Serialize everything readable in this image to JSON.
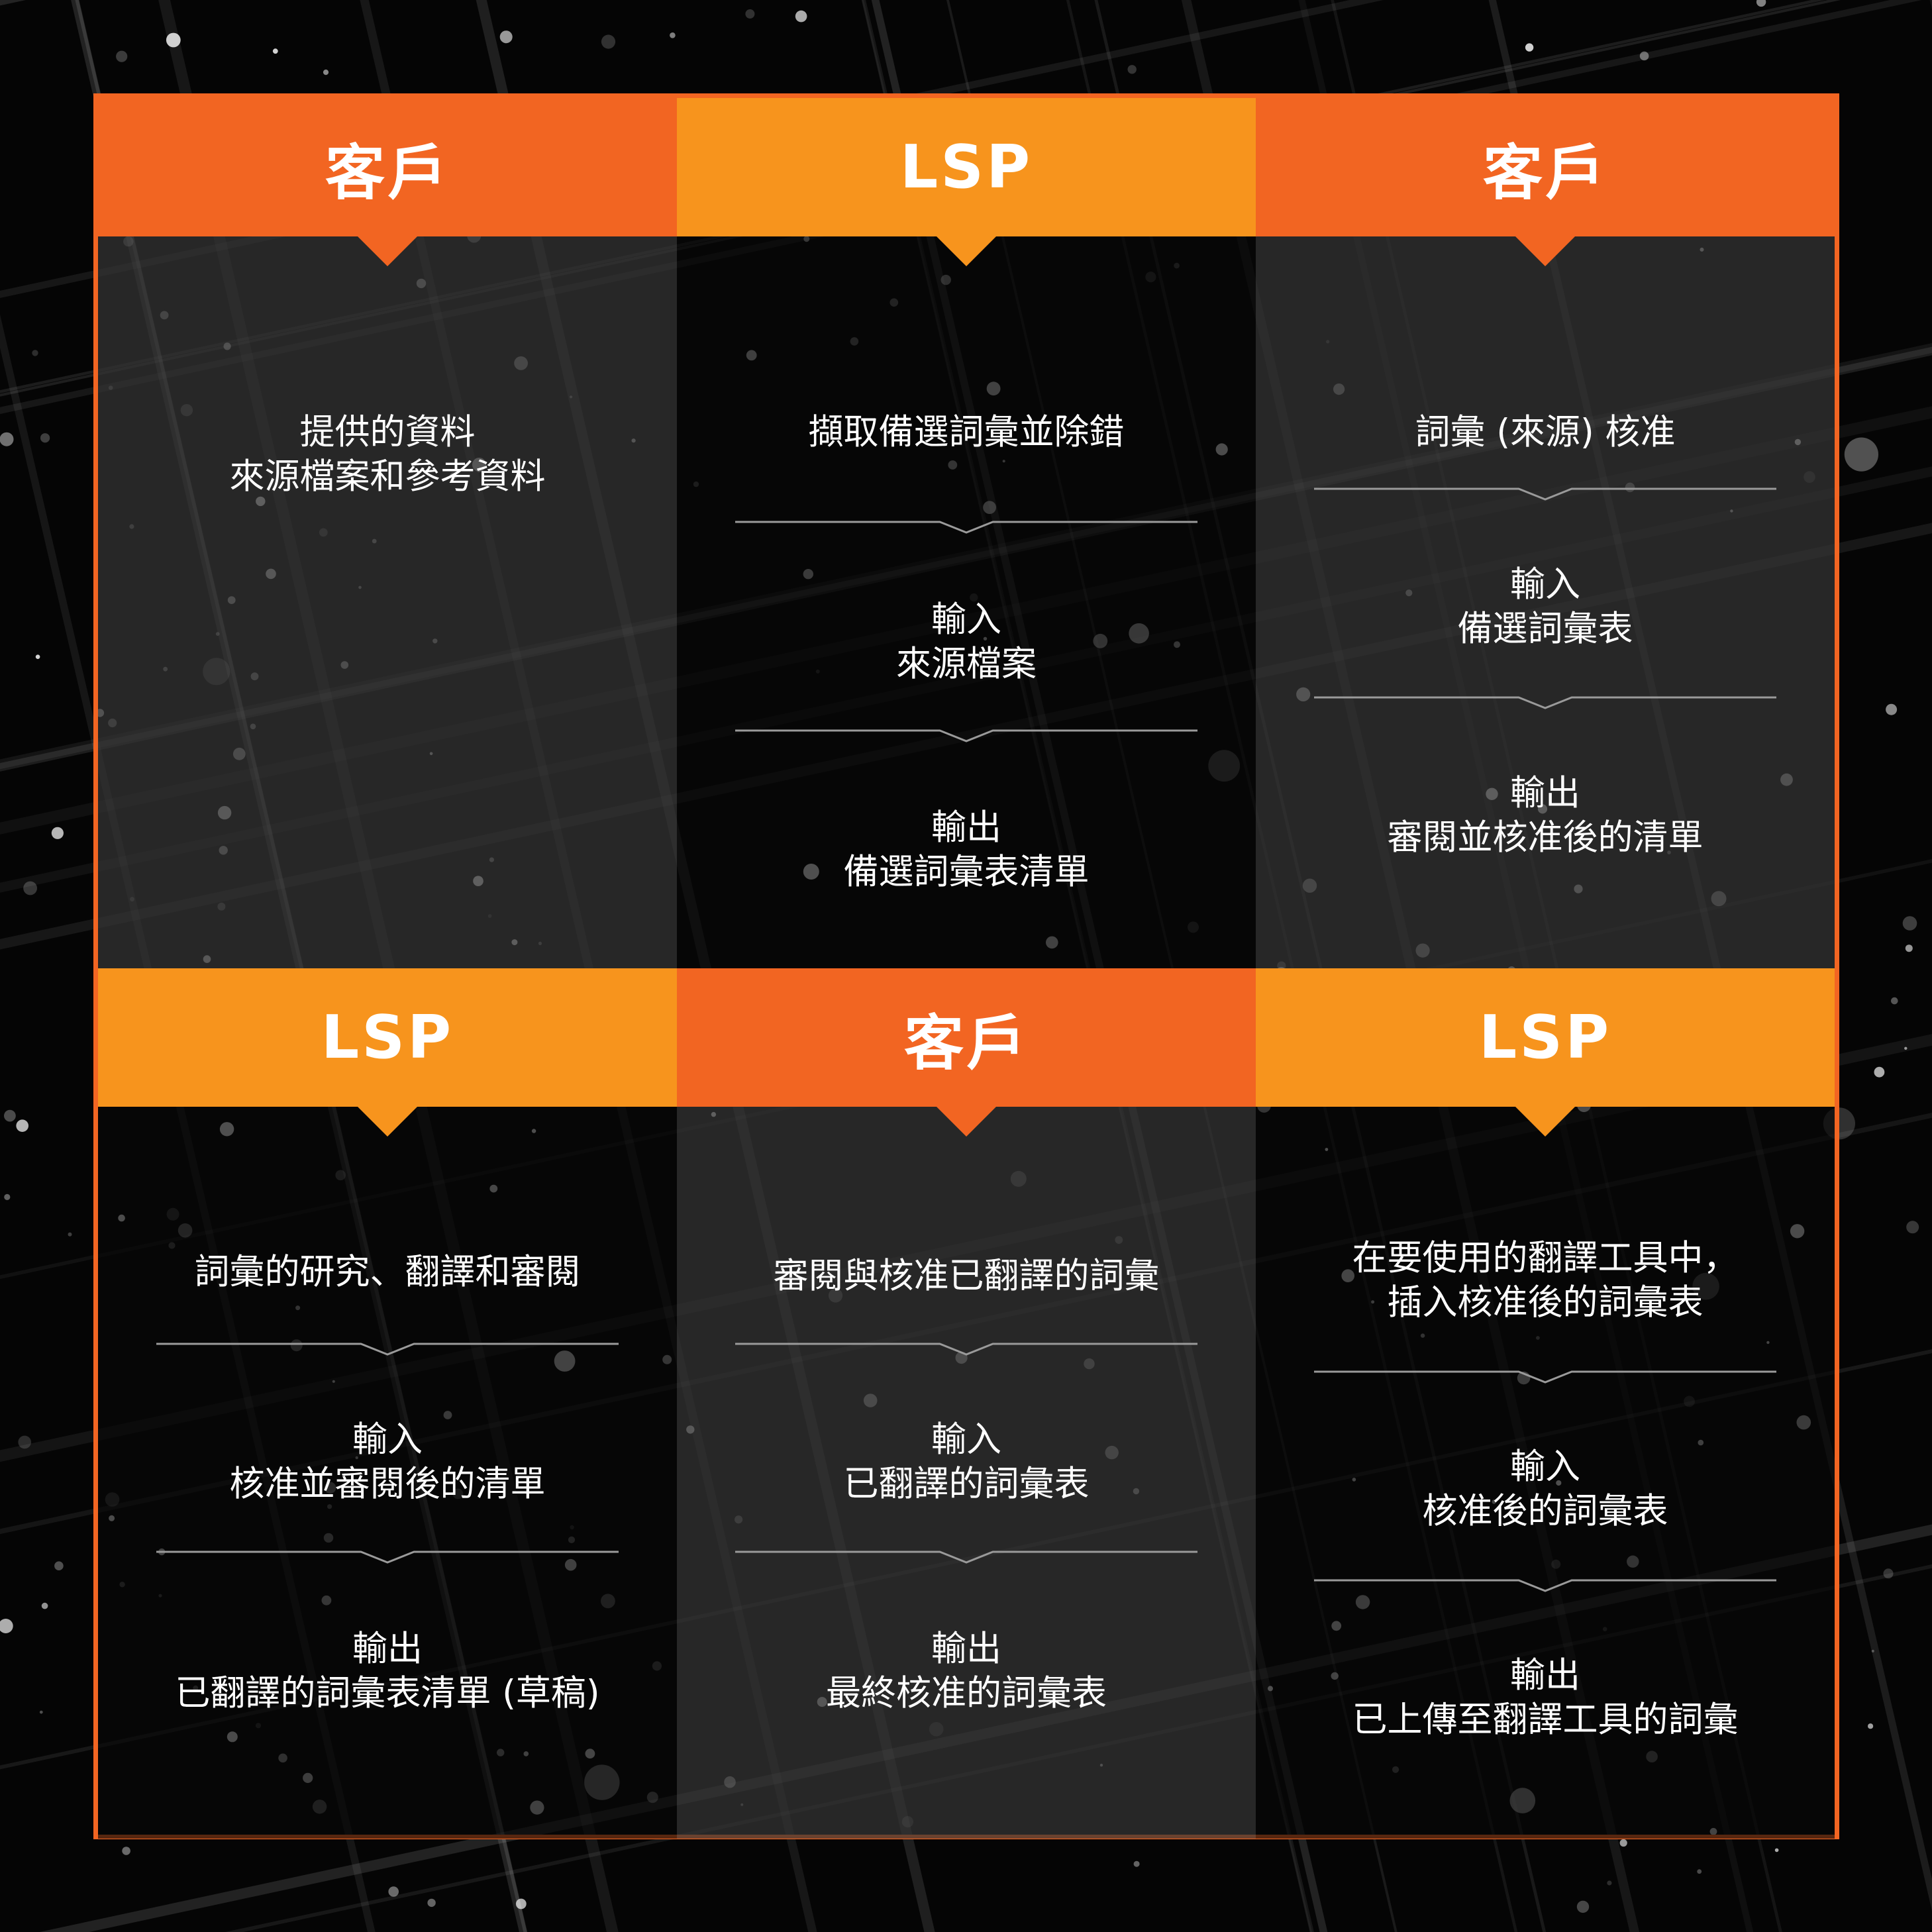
{
  "cells": [
    {
      "header": "客戶",
      "color": "#F26522",
      "blocks": [
        {
          "line1": "提供的資料",
          "line2": "來源檔案和參考資料"
        }
      ]
    },
    {
      "header": "LSP",
      "color": "#F7941D",
      "blocks": [
        {
          "line1": "擷取備選詞彙並除錯"
        },
        {
          "line1": "輸入",
          "line2": "來源檔案"
        },
        {
          "line1": "輸出",
          "line2": "備選詞彙表清單"
        }
      ]
    },
    {
      "header": "客戶",
      "color": "#F26522",
      "blocks": [
        {
          "line1": "詞彙 (來源) 核准"
        },
        {
          "line1": "輸入",
          "line2": "備選詞彙表"
        },
        {
          "line1": "輸出",
          "line2": "審閱並核准後的清單"
        }
      ]
    },
    {
      "header": "LSP",
      "color": "#F7941D",
      "blocks": [
        {
          "line1": "詞彙的研究、翻譯和審閱"
        },
        {
          "line1": "輸入",
          "line2": "核准並審閱後的清單"
        },
        {
          "line1": "輸出",
          "line2": "已翻譯的詞彙表清單 (草稿)"
        }
      ]
    },
    {
      "header": "客戶",
      "color": "#F26522",
      "blocks": [
        {
          "line1": "審閱與核准已翻譯的詞彙"
        },
        {
          "line1": "輸入",
          "line2": "已翻譯的詞彙表"
        },
        {
          "line1": "輸出",
          "line2": "最終核准的詞彙表"
        }
      ]
    },
    {
      "header": "LSP",
      "color": "#F7941D",
      "blocks": [
        {
          "line1": "在要使用的翻譯工具中，",
          "line2": "插入核准後的詞彙表"
        },
        {
          "line1": "輸入",
          "line2": "核准後的詞彙表"
        },
        {
          "line1": "輸出",
          "line2": "已上傳至翻譯工具的詞彙"
        }
      ]
    }
  ]
}
